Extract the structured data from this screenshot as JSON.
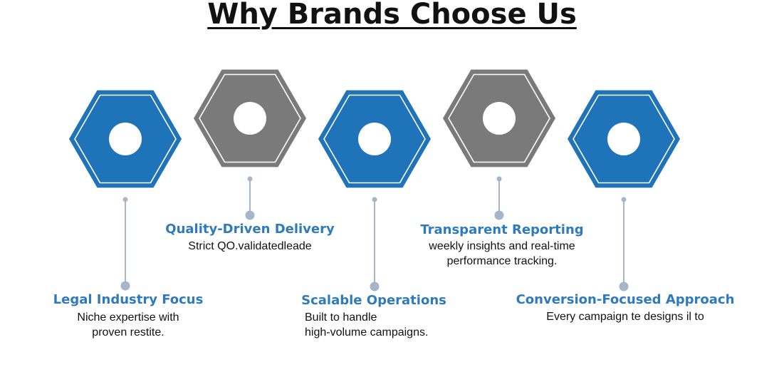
{
  "title": "Why Brands Choose Us",
  "colors": {
    "blue": "#1f73b9",
    "gray": "#7a7a7a",
    "heading": "#2f7abc",
    "connector": "#a7b5c7"
  },
  "features": [
    {
      "color": "blue",
      "heading": "Legal Industry Focus",
      "lines": [
        "Niche expertise with",
        "proven restite."
      ]
    },
    {
      "color": "gray",
      "heading": "Quality-Driven Delivery",
      "lines": [
        "Strict QO.validatedleade"
      ]
    },
    {
      "color": "blue",
      "heading": "Scalable Operations",
      "lines": [
        "Built to handle",
        "high-volume campaigns."
      ]
    },
    {
      "color": "gray",
      "heading": "Transparent Reporting",
      "lines": [
        "weekly insights and real-time",
        "performance tracking."
      ]
    },
    {
      "color": "blue",
      "heading": "Conversion-Focused Approach",
      "lines": [
        "Every campaign te designs il to"
      ]
    }
  ]
}
